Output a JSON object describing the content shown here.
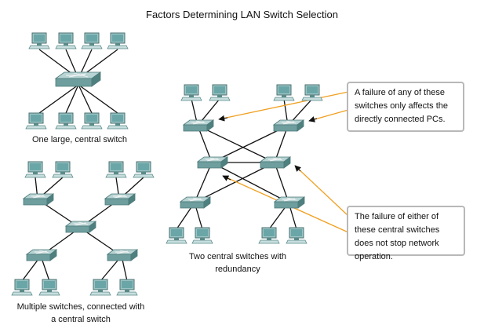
{
  "title": "Factors Determining LAN Switch Selection",
  "captions": {
    "one_central": "One large, central switch",
    "multiple": "Multiple switches, connected with a central switch",
    "two_central": "Two central switches with redundancy"
  },
  "callouts": {
    "access_failure": "A failure of any of these switches only affects the directly connected PCs.",
    "central_failure": "The failure of either of these central switches does not stop network operation."
  },
  "colors": {
    "switch_top": "#a9c9c9",
    "switch_side": "#5f8f8f",
    "arrow": "#f0a020",
    "link": "#111111"
  }
}
